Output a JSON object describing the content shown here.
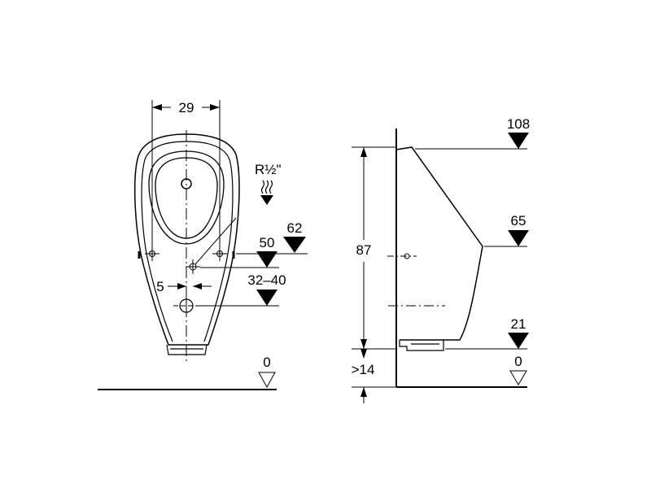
{
  "front_view": {
    "width_label": "29",
    "thread_label": "R½\"",
    "level_62": "62",
    "level_50": "50",
    "level_32_40": "32–40",
    "offset_5": "5",
    "floor_0": "0"
  },
  "side_view": {
    "top_108": "108",
    "height_87": "87",
    "level_65": "65",
    "level_21": "21",
    "floor_0": "0",
    "min_14": ">14"
  },
  "colors": {
    "line": "#000000",
    "background": "#ffffff"
  }
}
